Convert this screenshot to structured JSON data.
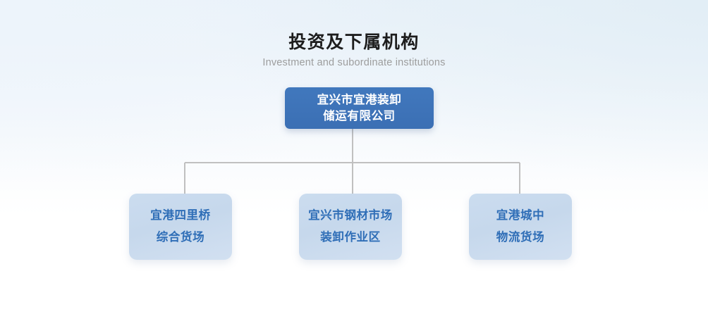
{
  "header": {
    "title": "投资及下属机构",
    "subtitle": "Investment and subordinate institutions"
  },
  "colors": {
    "root_node_fill": "#3d72b8",
    "root_node_text": "#ffffff",
    "child_node_fill": "#c7d8ee",
    "child_node_text": "#2f6eb7",
    "connector_line": "#c0c0c0",
    "title_text": "#1d1d1d",
    "subtitle_text": "#9d9d9d",
    "background_top_left": "#edf4fb",
    "background_top_right": "#e2eef6",
    "background_bottom": "#ffffff"
  },
  "chart_data": {
    "type": "diagram",
    "diagram_type": "org-chart",
    "title": "投资及下属机构",
    "subtitle": "Investment and subordinate institutions",
    "orientation": "top-down",
    "levels": 2,
    "root": {
      "id": "root",
      "lines": [
        "宜兴市宜港装卸",
        "储运有限公司"
      ],
      "full_text": "宜兴市宜港装卸储运有限公司"
    },
    "children": [
      {
        "id": "child-0",
        "lines": [
          "宜港四里桥",
          "综合货场"
        ],
        "full_text": "宜港四里桥综合货场"
      },
      {
        "id": "child-1",
        "lines": [
          "宜兴市钢材市场",
          "装卸作业区"
        ],
        "full_text": "宜兴市钢材市场装卸作业区"
      },
      {
        "id": "child-2",
        "lines": [
          "宜港城中",
          "物流货场"
        ],
        "full_text": "宜港城中物流货场"
      }
    ],
    "edges": [
      {
        "from": "root",
        "to": "child-0"
      },
      {
        "from": "root",
        "to": "child-1"
      },
      {
        "from": "root",
        "to": "child-2"
      }
    ]
  }
}
